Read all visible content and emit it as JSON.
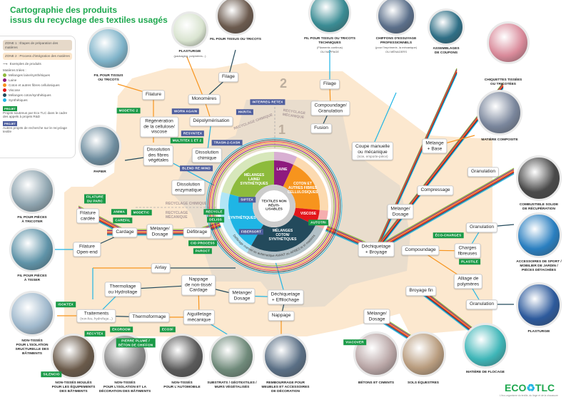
{
  "title": [
    "Cartographie des produits",
    "issus du recyclage des textiles usagés"
  ],
  "legend": {
    "zone1": "ZONE 1 : Étapes de préparation des matières",
    "zone2": "ZONE 2 : Process d'intégration des matières",
    "arrow": "Exemples de produits",
    "sorted_title": "Matières triées :",
    "materials": [
      {
        "label": "Mélanges laine/synthétiques",
        "color": "#8dbb3c"
      },
      {
        "label": "Laine",
        "color": "#8e1a7e"
      },
      {
        "label": "Coton et autres fibres cellulosiques",
        "color": "#f7941d"
      },
      {
        "label": "Viscose",
        "color": "#e3161b"
      },
      {
        "label": "Mélanges coton/synthétiques",
        "color": "#234a5c"
      },
      {
        "label": "Synthétiques",
        "color": "#1fb5e5"
      }
    ],
    "project_tag": "PROJET",
    "project_green": "Projets soutenus par Eco TLC dans le cadre des appels à projets R&D",
    "project_blue": "Autres projets de recherche sur le recyclage textile"
  },
  "zones": {
    "zone1": "1",
    "zone2": "2",
    "chem": "RECYCLAGE CHIMIQUE",
    "meca": "RECYCLAGE MÉCANIQUE"
  },
  "wheel": {
    "center": "TEXTILES NON RÉUTI-LISABLES",
    "ring_text": "Défibrage manuel ou automatique AVANT ou APRÈS le tri matières",
    "segments": [
      {
        "label": "LAINE",
        "color": "#8e1a7e",
        "value": 25
      },
      {
        "label": "COTON ET AUTRES FIBRES CELLULOSIQUES",
        "color": "#f7941d",
        "value": 70
      },
      {
        "label": "VISCOSE",
        "color": "#e3161b",
        "value": 20
      },
      {
        "label": "MÉLANGES COTON/ SYNTHÉTIQUES",
        "color": "#234a5c",
        "value": 95
      },
      {
        "label": "SYNTHÉTIQUES",
        "color": "#1fb5e5",
        "value": 75
      },
      {
        "label": "MÉLANGES LAINE/ SYNTHÉTIQUES",
        "color": "#8dbb3c",
        "value": 75
      }
    ]
  },
  "processes": [
    {
      "label": "Filature"
    },
    {
      "label": "Régénération\nde la cellulose/\nviscose"
    },
    {
      "label": "Dissolution\ndes fibres\nvégétales"
    },
    {
      "label": "Monomères"
    },
    {
      "label": "Filage"
    },
    {
      "label": "Dépolymérisation"
    },
    {
      "label": "Dissolution\nchimique"
    },
    {
      "label": "Dissolution\nenzymatique"
    },
    {
      "label": "Filage"
    },
    {
      "label": "Compoundage/\nGranulation"
    },
    {
      "label": "Fusion"
    },
    {
      "label": "Coupe manuelle\nou mécanique",
      "sub": "(scie, emporte-pièce)"
    },
    {
      "label": "Mélange\n+ Base"
    },
    {
      "label": "Granulation"
    },
    {
      "label": "Compressage"
    },
    {
      "label": "Mélange/\nDosage"
    },
    {
      "label": "Granulation"
    },
    {
      "label": "Déchiquetage\n+ Broyage"
    },
    {
      "label": "Compoundage"
    },
    {
      "label": "Charges\nfibreuses"
    },
    {
      "label": "Alliage de\npolymères"
    },
    {
      "label": "Broyage fin"
    },
    {
      "label": "Granulation"
    },
    {
      "label": "Mélange/\nDosage"
    },
    {
      "label": "Filature\ncardée"
    },
    {
      "label": "Cardage"
    },
    {
      "label": "Mélange/\nDosage"
    },
    {
      "label": "Défibrage"
    },
    {
      "label": "Filature\nOpen-end"
    },
    {
      "label": "Airlay"
    },
    {
      "label": "Thermoliage\nou Hydroliage"
    },
    {
      "label": "Nappage\nde non-tissé/\nCardage"
    },
    {
      "label": "Mélange/\nDosage"
    },
    {
      "label": "Déchiquetage\n+ Effilochage"
    },
    {
      "label": "Nappage"
    },
    {
      "label": "Traitements",
      "sub": "(non-feu, hydrofuge...)"
    },
    {
      "label": "Thermoformage"
    },
    {
      "label": "Aiguilletage\nmécanique"
    }
  ],
  "projects_green": [
    "MODETIC 2",
    "MULTITEX 1 ET 2",
    "FILATURE\nDU PARC",
    "ANIMA",
    "MODETIC",
    "CAREFIL",
    "RECYCLE",
    "DELISS",
    "CID PROCESS",
    "PAROCT",
    "ÉCO-CHARGES",
    "PLASTILE",
    "ISOKTEX",
    "EKOROOM",
    "RECYTEX",
    "PIERRE PLUME /\nBÉTON DE CHIFFON",
    "ECO3F",
    "SILENCIO",
    "VIACOVER",
    "AUTOTRI"
  ],
  "projects_blue": [
    "WORN AGAIN",
    "RESYNTEX",
    "TRASH-2-CASH",
    "BLEND RE:WIND",
    "INTERREG RETEX",
    "HKRITA",
    "SIPTEX",
    "FIBERSORT"
  ],
  "products": [
    {
      "label": "FIL POUR TISSUS\nOU TRICOTS",
      "color": "#7fb3c9"
    },
    {
      "label": "PLASTURGIE",
      "sub": "(packaging, polymères...)",
      "color": "#d9e4d0"
    },
    {
      "label": "FIL POUR TISSUS OU TRICOTS",
      "color": "#6b5a4e"
    },
    {
      "label": "FIL POUR TISSUS OU TRICOTS\nTECHNIQUES",
      "sub": "(Filaments continus)\nOU NAPPAGE",
      "color": "#3a8c94"
    },
    {
      "label": "CHIFFONS D'ESSUYAGE\nPROFESSIONNELS",
      "sub": "(pour l'imprimerie, la mécanique)\nOU MÉNAGERS",
      "color": "#5b6f8a"
    },
    {
      "label": "ASSEMBLAGES\nDE COUPONS",
      "color": "#2f6f86"
    },
    {
      "label": "CHIQUETTES TISSÉES\nOU TRICOTÉES",
      "color": "#d98a9a"
    },
    {
      "label": "MATIÈRE COMPOSITE",
      "color": "#7a869c"
    },
    {
      "label": "PAPIER",
      "color": "#6f8ea0"
    },
    {
      "label": "FIL POUR PIÈCES\nÀ TRICOTER",
      "color": "#8fa5b0"
    },
    {
      "label": "FIL POUR PIÈCES\nÀ TISSER",
      "color": "#5f93a8"
    },
    {
      "label": "NON-TISSÉS\nPOUR L'ISOLATION\nSRUCTURELLE DES\nBÂTIMENTS",
      "color": "#9fb8cc"
    },
    {
      "label": "NON-TISSÉS MOULÉS\nPOUR LES ÉQUIPEMENTS\nDES BÂTIMENTS",
      "color": "#6a5a4a"
    },
    {
      "label": "NON-TISSÉS\nPOUR L'ISOLATION ET LA\nDÉCORATION DES BÂTIMENTS",
      "color": "#8c8c8c"
    },
    {
      "label": "NON-TISSÉS\nPOUR L'AUTOMOBILE",
      "color": "#5a5a5a"
    },
    {
      "label": "SUBSTRATS / GÉOTEXTILES /\nMURS VÉGÉTALISÉS",
      "color": "#6f8a7a"
    },
    {
      "label": "REMBOURRAGE POUR\nMEUBLES ET ACCESSOIRES\nDE DÉCORATION",
      "color": "#5a6f85"
    },
    {
      "label": "BÉTONS ET CIMENTS",
      "color": "#b9a6a6"
    },
    {
      "label": "SOLS ÉQUESTRES",
      "color": "#b89c7e"
    },
    {
      "label": "MATIÈRE DE FLOCAGE",
      "color": "#3fb6b8"
    },
    {
      "label": "PLASTURGIE",
      "color": "#2d5a9c"
    },
    {
      "label": "ACCESSOIRES DE SPORT /\nMOBILIER DE JARDIN /\nPIÈCES DÉTACHÉES",
      "color": "#2a7fc0"
    },
    {
      "label": "COMBUSTIBLE SOLIDE\nDE RÉCUPÉRATION",
      "color": "#4a4a4a"
    }
  ],
  "logo": {
    "text_a": "ECO",
    "text_b": "TLC",
    "tagline": "L'éco-organisme du textile, du linge et de la chaussure"
  }
}
